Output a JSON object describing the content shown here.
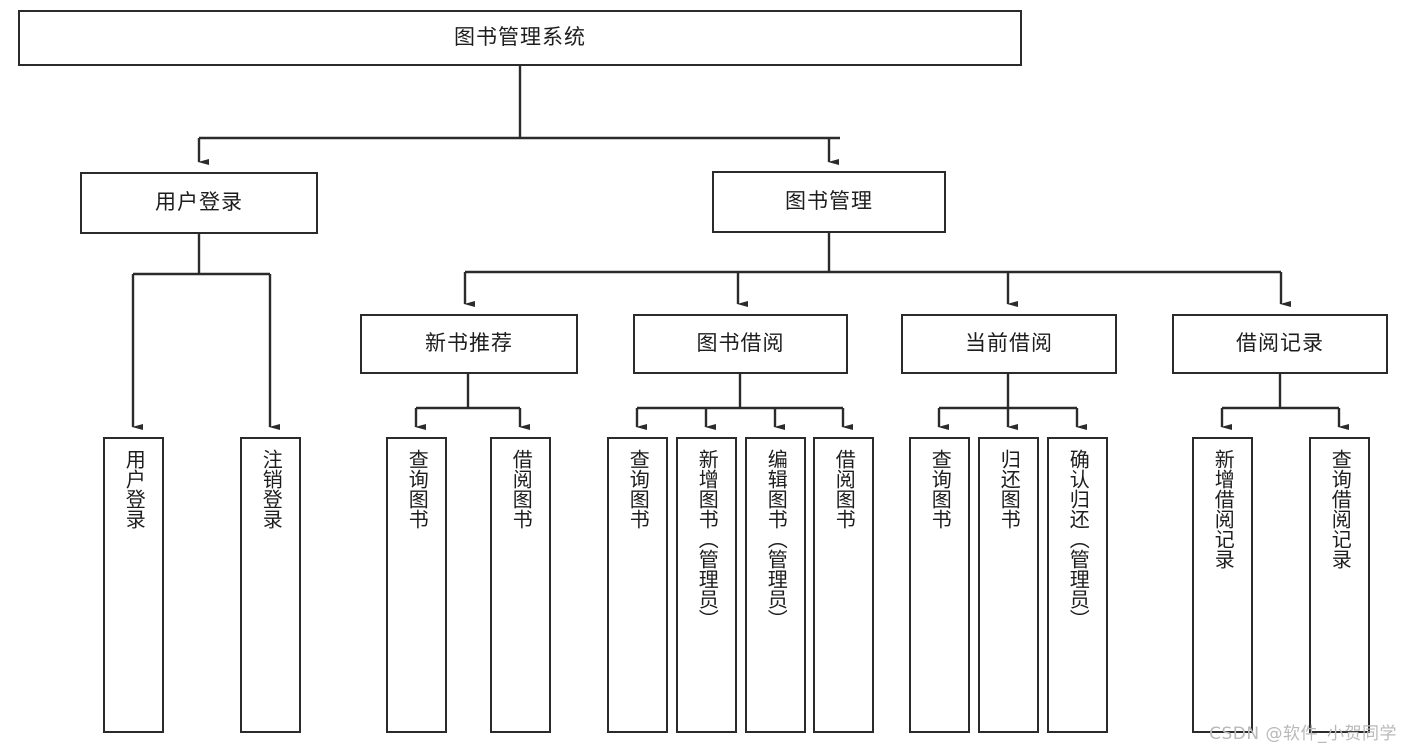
{
  "diagram": {
    "title": "图书管理系统",
    "type": "tree-hierarchy",
    "root": {
      "id": "root",
      "label": "图书管理系统"
    },
    "level2": [
      {
        "id": "user-login",
        "label": "用户登录"
      },
      {
        "id": "book-manage",
        "label": "图书管理"
      }
    ],
    "level3": [
      {
        "id": "new-book-rec",
        "label": "新书推荐",
        "parent": "book-manage"
      },
      {
        "id": "book-borrow",
        "label": "图书借阅",
        "parent": "book-manage"
      },
      {
        "id": "current-borrow",
        "label": "当前借阅",
        "parent": "book-manage"
      },
      {
        "id": "borrow-record",
        "label": "借阅记录",
        "parent": "book-manage"
      }
    ],
    "leaves": {
      "user_login": [
        {
          "id": "leaf-user-login",
          "label": "用户登录"
        },
        {
          "id": "leaf-logout",
          "label": "注销登录"
        }
      ],
      "new_book_rec": [
        {
          "id": "leaf-query-book-1",
          "label": "查询图书"
        },
        {
          "id": "leaf-borrow-book-1",
          "label": "借阅图书"
        }
      ],
      "book_borrow": [
        {
          "id": "leaf-query-book-2",
          "label": "查询图书"
        },
        {
          "id": "leaf-add-book",
          "label": "新增图书（管理员）"
        },
        {
          "id": "leaf-edit-book",
          "label": "编辑图书（管理员）"
        },
        {
          "id": "leaf-borrow-book-2",
          "label": "借阅图书"
        }
      ],
      "current_borrow": [
        {
          "id": "leaf-query-book-3",
          "label": "查询图书"
        },
        {
          "id": "leaf-return-book",
          "label": "归还图书"
        },
        {
          "id": "leaf-confirm-return",
          "label": "确认归还（管理员）"
        }
      ],
      "borrow_record": [
        {
          "id": "leaf-add-record",
          "label": "新增借阅记录"
        },
        {
          "id": "leaf-query-record",
          "label": "查询借阅记录"
        }
      ]
    }
  },
  "watermark": {
    "text": "CSDN @软件_小贺同学"
  },
  "colors": {
    "stroke": "#2b2b2b",
    "text": "#1d1d1d",
    "background": "#ffffff",
    "watermark": "#b9b9b9"
  }
}
